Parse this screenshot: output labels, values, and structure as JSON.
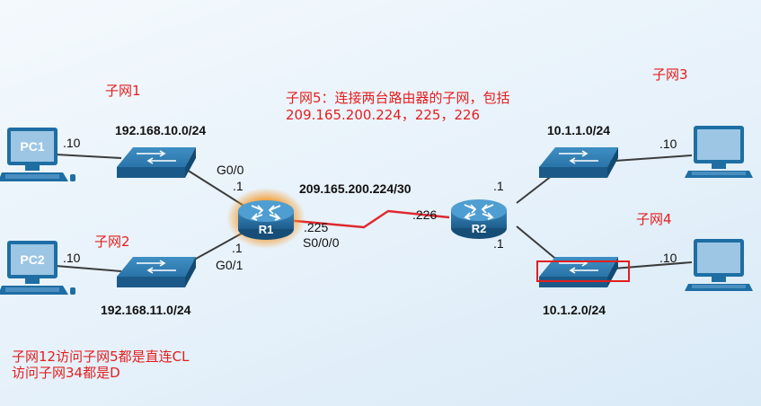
{
  "devices": {
    "pc1_label": "PC1",
    "pc2_label": "PC2",
    "r1_label": "R1",
    "r2_label": "R2"
  },
  "subnets": {
    "lan1": "192.168.10.0/24",
    "lan2": "192.168.11.0/24",
    "lan3": "10.1.1.0/24",
    "lan4": "10.1.2.0/24",
    "wan": "209.165.200.224/30"
  },
  "interfaces": {
    "r1_g00": "G0/0",
    "r1_g01": "G0/1",
    "r1_s000": "S0/0/0"
  },
  "hosts": {
    "pc1": ".10",
    "pc2": ".10",
    "pc3": ".10",
    "pc4": ".10",
    "r1_g00": ".1",
    "r1_g01": ".1",
    "r1_s000": ".225",
    "r2_wan": ".226",
    "r2_lan3": ".1",
    "r2_lan4": ".1"
  },
  "annotations": {
    "subnet1": "子网1",
    "subnet2": "子网2",
    "subnet3": "子网3",
    "subnet4": "子网4",
    "subnet5_line1": "子网5：连接两台路由器的子网，包括",
    "subnet5_line2": "209.165.200.224，225，226",
    "note_line1": "子网12访问子网5都是直连CL",
    "note_line2": "访问子网34都是D"
  },
  "colors": {
    "device_blue": "#1f6fa3",
    "link_gray": "#3c3c3c",
    "serial_red": "#e0282e",
    "annotation_red": "#e41e1e",
    "highlight_orange": "#f08a24"
  }
}
